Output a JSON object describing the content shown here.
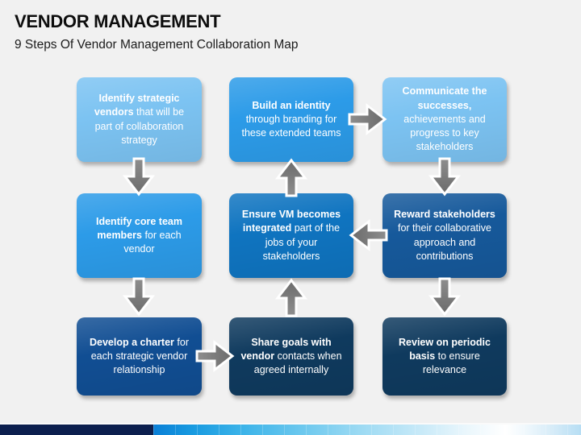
{
  "slide": {
    "title": "VENDOR MANAGEMENT",
    "subtitle": "9 Steps Of Vendor Management Collaboration Map"
  },
  "diagram": {
    "boxes": [
      {
        "id": "identify-strategic-vendors",
        "row": 1,
        "col": 1,
        "color": "#7cc3f2",
        "bold": "Identify strategic vendors",
        "rest": " that will be part of collaboration strategy"
      },
      {
        "id": "build-an-identity",
        "row": 1,
        "col": 2,
        "color": "#2c9be8",
        "bold": "Build an identity",
        "rest": " through branding for these extended teams"
      },
      {
        "id": "communicate-the-successes",
        "row": 1,
        "col": 3,
        "color": "#7cc3f2",
        "bold": "Communicate the successes,",
        "rest": " achievements and progress to key stakeholders"
      },
      {
        "id": "identify-core-team-members",
        "row": 2,
        "col": 1,
        "color": "#2c9be8",
        "bold": "Identify core team members",
        "rest": " for each vendor"
      },
      {
        "id": "ensure-vm-becomes-integrated",
        "row": 2,
        "col": 2,
        "color": "#0f74c0",
        "bold": "Ensure VM becomes integrated",
        "rest": " part of the jobs of your stakeholders"
      },
      {
        "id": "reward-stakeholders",
        "row": 2,
        "col": 3,
        "color": "#16599b",
        "bold": "Reward stakeholders",
        "rest": " for their collaborative approach and contributions"
      },
      {
        "id": "develop-a-charter",
        "row": 3,
        "col": 1,
        "color": "#114e93",
        "bold": "Develop a charter",
        "rest": " for each strategic vendor relationship"
      },
      {
        "id": "share-goals-with-vendor",
        "row": 3,
        "col": 2,
        "color": "#0f3a5e",
        "bold": "Share goals with vendor",
        "rest": " contacts when agreed internally"
      },
      {
        "id": "review-on-periodic-basis",
        "row": 3,
        "col": 3,
        "color": "#0f3a5e",
        "bold": "Review on periodic basis",
        "rest": " to ensure relevance"
      }
    ],
    "arrows": [
      {
        "from": "identify-strategic-vendors",
        "to": "identify-core-team-members",
        "direction": "down"
      },
      {
        "from": "identify-core-team-members",
        "to": "develop-a-charter",
        "direction": "down"
      },
      {
        "from": "develop-a-charter",
        "to": "share-goals-with-vendor",
        "direction": "right"
      },
      {
        "from": "share-goals-with-vendor",
        "to": "ensure-vm-becomes-integrated",
        "direction": "up"
      },
      {
        "from": "ensure-vm-becomes-integrated",
        "to": "build-an-identity",
        "direction": "up"
      },
      {
        "from": "build-an-identity",
        "to": "communicate-the-successes",
        "direction": "right"
      },
      {
        "from": "communicate-the-successes",
        "to": "reward-stakeholders",
        "direction": "down"
      },
      {
        "from": "reward-stakeholders",
        "to": "ensure-vm-becomes-integrated",
        "direction": "left"
      },
      {
        "from": "reward-stakeholders",
        "to": "review-on-periodic-basis",
        "direction": "down"
      }
    ],
    "arrow_color": "#7f7f7f",
    "arrow_outline_color": "#ffffff"
  },
  "footer": {
    "left_bar_color": "#0c1f4e",
    "gradient_colors": [
      "#0a7fd6",
      "#3db4e9",
      "#9cdaf3",
      "#ffffff",
      "#b7def4"
    ]
  }
}
